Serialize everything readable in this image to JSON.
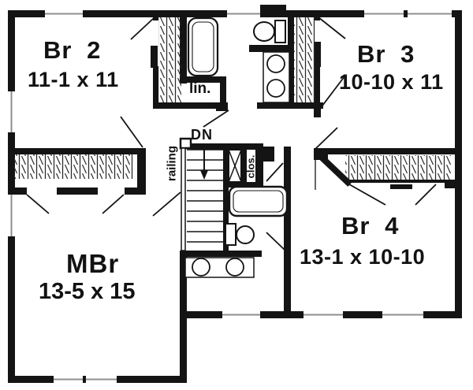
{
  "rooms": [
    {
      "name": "Br 2",
      "dimensions": "11-1 x 11"
    },
    {
      "name": "Br 3",
      "dimensions": "10-10 x 11"
    },
    {
      "name": "Br 4",
      "dimensions": "13-1 x 10-10"
    },
    {
      "name": "MBr",
      "dimensions": "13-5 x 15"
    }
  ],
  "labels": {
    "linen": "lin.",
    "stairs_down": "DN",
    "railing": "railing",
    "closet": "clos."
  },
  "colors": {
    "wall": "#141414",
    "background": "#ffffff",
    "window_line": "#8f8f8f"
  }
}
